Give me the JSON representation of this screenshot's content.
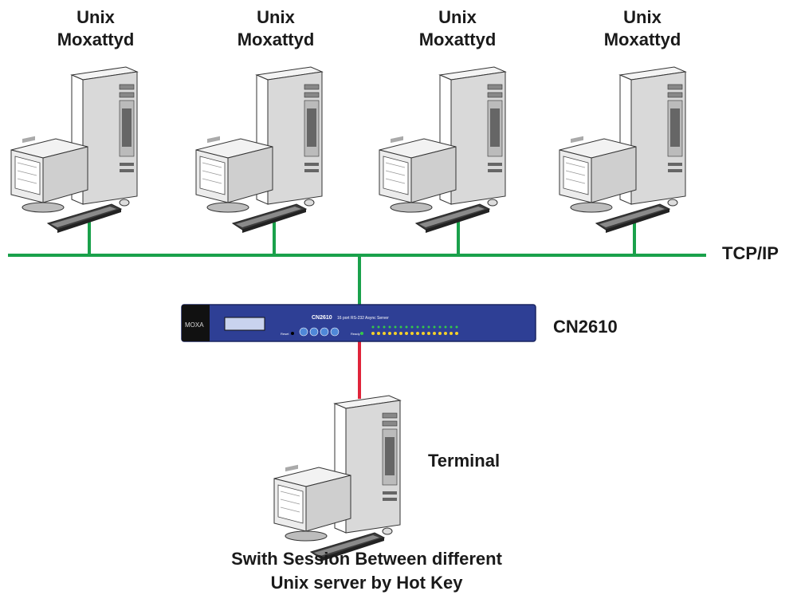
{
  "hosts": [
    {
      "line1": "Unix",
      "line2": "Moxattyd"
    },
    {
      "line1": "Unix",
      "line2": "Moxattyd"
    },
    {
      "line1": "Unix",
      "line2": "Moxattyd"
    },
    {
      "line1": "Unix",
      "line2": "Moxattyd"
    }
  ],
  "network_label": "TCP/IP",
  "device": {
    "label": "CN2610",
    "brand": "MOXA",
    "model": "CN2610",
    "desc": "16 port RS-232 Async Server",
    "reset": "Reset",
    "ready": "Ready"
  },
  "terminal_label": "Terminal",
  "caption": {
    "line1": "Swith Session Between different",
    "line2": "Unix server by Hot Key"
  },
  "colors": {
    "network": "#1aa14b",
    "serial": "#e0243a",
    "device_body": "#2e3f95",
    "device_led_on": "#f5d12a",
    "device_led_green": "#35c84a"
  }
}
